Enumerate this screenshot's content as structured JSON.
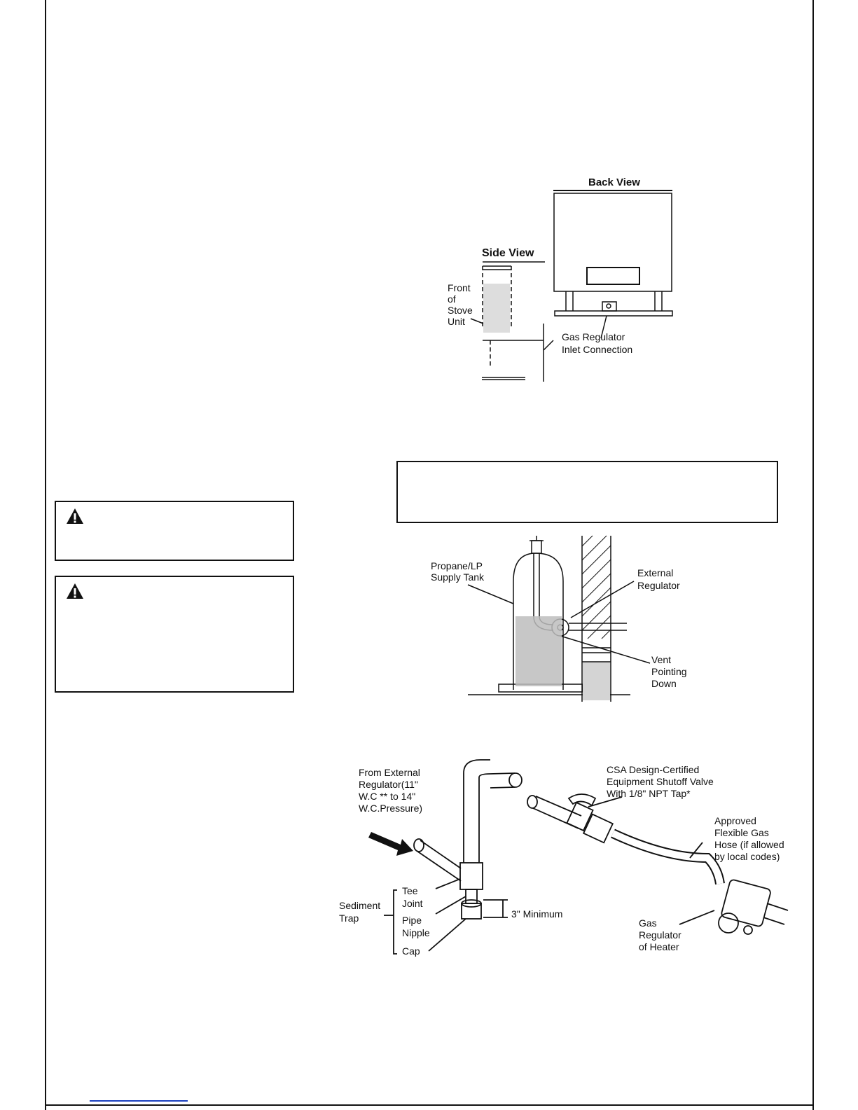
{
  "figure_back_side": {
    "back_view_title": "Back View",
    "side_view_title": "Side  View",
    "front_label": [
      "Front",
      "of",
      "Stove",
      "Unit"
    ],
    "regulator_label": [
      "Gas Regulator",
      "Inlet Connection"
    ]
  },
  "figure_tank": {
    "tank_label": [
      "Propane/LP",
      "Supply Tank"
    ],
    "external_regulator_label": [
      "External",
      "Regulator"
    ],
    "vent_label": [
      "Vent",
      "Pointing",
      "Down"
    ]
  },
  "figure_piping": {
    "from_label": [
      "From External",
      "Regulator(11\"",
      "W.C ** to 14\"",
      "W.C.Pressure)"
    ],
    "valve_label": [
      "CSA Design-Certified",
      "Equipment Shutoff Valve",
      "With 1/8\" NPT Tap*"
    ],
    "hose_label": [
      "Approved",
      "Flexible Gas",
      "Hose (if allowed",
      "by local codes)"
    ],
    "sediment_label": [
      "Sediment",
      "Trap"
    ],
    "tee_label": [
      "Tee",
      "Joint"
    ],
    "nipple_label": [
      "Pipe",
      "Nipple"
    ],
    "cap_label": "Cap",
    "minimum_label": "3\" Minimum",
    "heater_reg_label": [
      "Gas",
      "Regulator",
      "of Heater"
    ]
  }
}
